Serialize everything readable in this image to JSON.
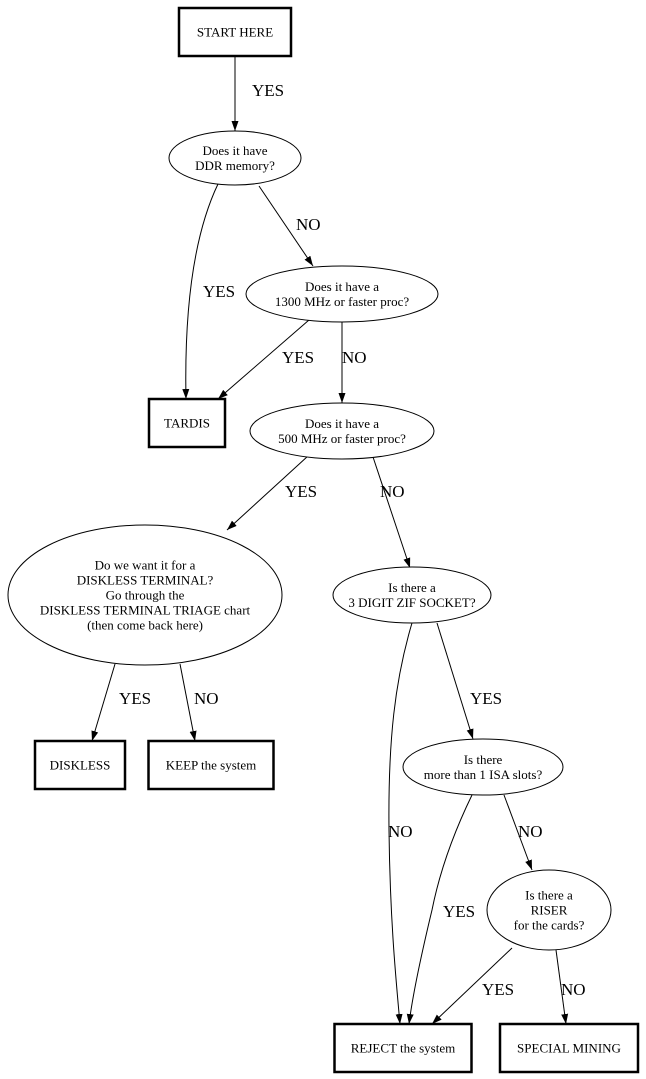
{
  "nodes": [
    {
      "id": "start",
      "shape": "box",
      "lines": [
        "START HERE"
      ]
    },
    {
      "id": "ddr",
      "shape": "ellipse",
      "lines": [
        "Does it have",
        "DDR memory?"
      ]
    },
    {
      "id": "mhz1300",
      "shape": "ellipse",
      "lines": [
        "Does it have a",
        "1300 MHz or faster proc?"
      ]
    },
    {
      "id": "tardis",
      "shape": "box",
      "lines": [
        "TARDIS"
      ]
    },
    {
      "id": "mhz500",
      "shape": "ellipse",
      "lines": [
        "Does it have a",
        "500 MHz or faster proc?"
      ]
    },
    {
      "id": "disklessq",
      "shape": "ellipse",
      "lines": [
        "Do we want it for a",
        "DISKLESS TERMINAL?",
        "Go through the",
        "DISKLESS TERMINAL TRIAGE chart",
        "(then come back here)"
      ]
    },
    {
      "id": "zif",
      "shape": "ellipse",
      "lines": [
        "Is there a",
        "3 DIGIT ZIF SOCKET?"
      ]
    },
    {
      "id": "diskless",
      "shape": "box",
      "lines": [
        "DISKLESS"
      ]
    },
    {
      "id": "keep",
      "shape": "box",
      "lines": [
        "KEEP the system"
      ]
    },
    {
      "id": "isa",
      "shape": "ellipse",
      "lines": [
        "Is there",
        "more than 1 ISA slots?"
      ]
    },
    {
      "id": "riser",
      "shape": "ellipse",
      "lines": [
        "Is there a",
        "RISER",
        "for the cards?"
      ]
    },
    {
      "id": "reject",
      "shape": "box",
      "lines": [
        "REJECT the system"
      ]
    },
    {
      "id": "special",
      "shape": "box",
      "lines": [
        "SPECIAL MINING"
      ]
    }
  ],
  "edges": [
    {
      "from": "start",
      "to": "ddr",
      "label": "YES"
    },
    {
      "from": "ddr",
      "to": "tardis",
      "label": "YES"
    },
    {
      "from": "ddr",
      "to": "mhz1300",
      "label": "NO"
    },
    {
      "from": "mhz1300",
      "to": "tardis",
      "label": "YES"
    },
    {
      "from": "mhz1300",
      "to": "mhz500",
      "label": "NO"
    },
    {
      "from": "mhz500",
      "to": "disklessq",
      "label": "YES"
    },
    {
      "from": "mhz500",
      "to": "zif",
      "label": "NO"
    },
    {
      "from": "disklessq",
      "to": "diskless",
      "label": "YES"
    },
    {
      "from": "disklessq",
      "to": "keep",
      "label": "NO"
    },
    {
      "from": "zif",
      "to": "reject",
      "label": "NO"
    },
    {
      "from": "zif",
      "to": "isa",
      "label": "YES"
    },
    {
      "from": "isa",
      "to": "reject",
      "label": "YES"
    },
    {
      "from": "isa",
      "to": "riser",
      "label": "NO"
    },
    {
      "from": "riser",
      "to": "reject",
      "label": "YES"
    },
    {
      "from": "riser",
      "to": "special",
      "label": "NO"
    }
  ]
}
